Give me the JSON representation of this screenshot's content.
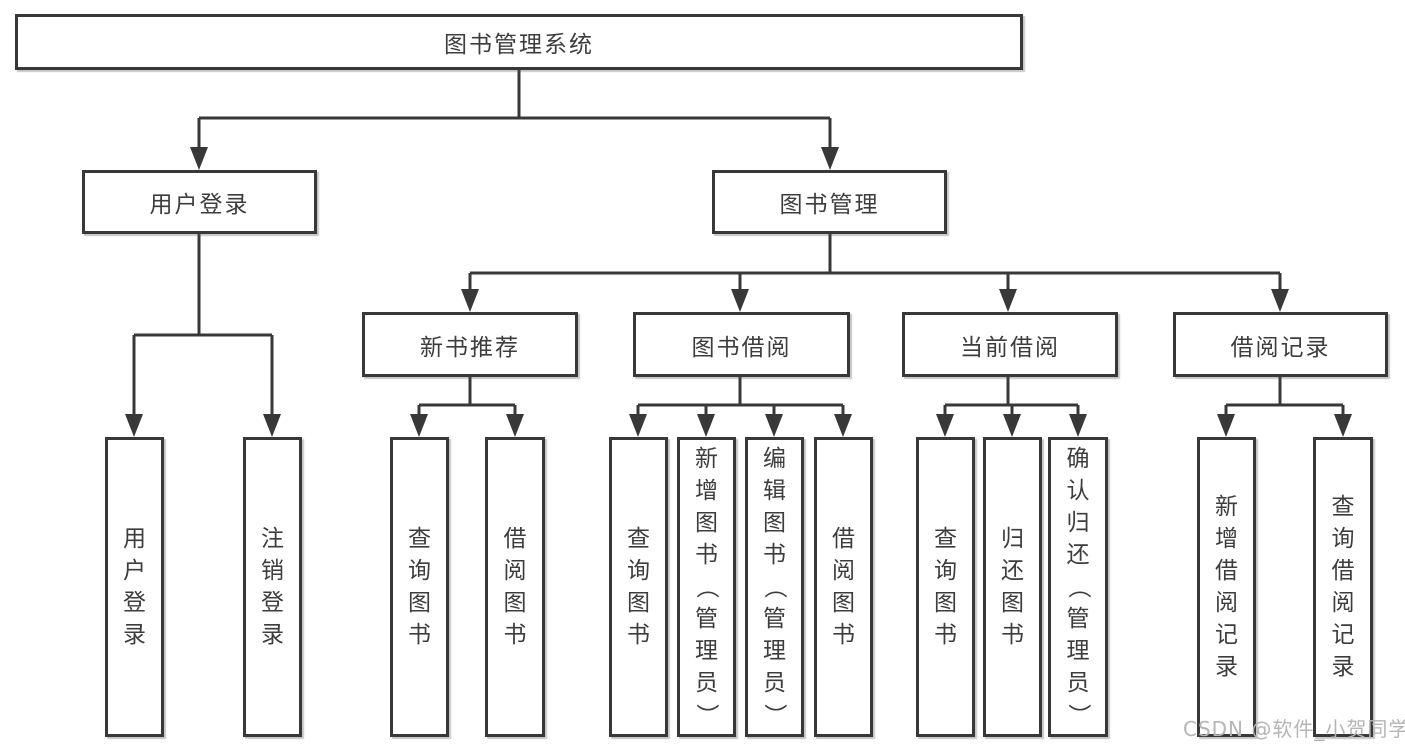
{
  "diagram_type": "hierarchy-tree",
  "tree": {
    "label": "图书管理系统",
    "children": [
      {
        "label": "用户登录",
        "children": [
          {
            "label": "用户登录"
          },
          {
            "label": "注销登录"
          }
        ]
      },
      {
        "label": "图书管理",
        "children": [
          {
            "label": "新书推荐",
            "children": [
              {
                "label": "查询图书"
              },
              {
                "label": "借阅图书"
              }
            ]
          },
          {
            "label": "图书借阅",
            "children": [
              {
                "label": "查询图书"
              },
              {
                "label": "新增图书（管理员）"
              },
              {
                "label": "编辑图书（管理员）"
              },
              {
                "label": "借阅图书"
              }
            ]
          },
          {
            "label": "当前借阅",
            "children": [
              {
                "label": "查询图书"
              },
              {
                "label": "归还图书"
              },
              {
                "label": "确认归还（管理员）"
              }
            ]
          },
          {
            "label": "借阅记录",
            "children": [
              {
                "label": "新增借阅记录"
              },
              {
                "label": "查询借阅记录"
              }
            ]
          }
        ]
      }
    ]
  },
  "watermark": "CSDN @软件_小贺同学",
  "colors": {
    "line": "#383838",
    "text": "#3d3d3d",
    "watermark": "#b5b5b5",
    "background": "#ffffff"
  }
}
